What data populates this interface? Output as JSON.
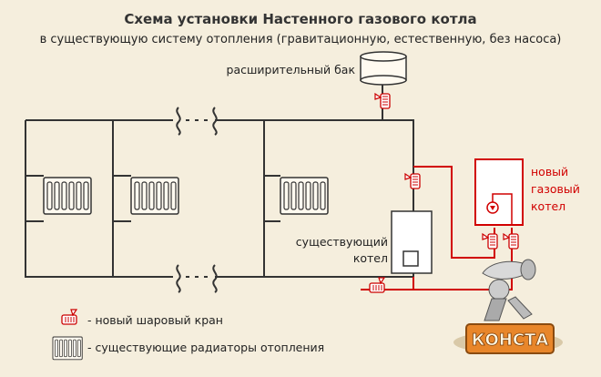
{
  "title": "Схема установки Настенного газового котла",
  "subtitle": "в существующую систему отопления  (гравитационную, естественную, без насоса)",
  "labels": {
    "expansion_tank": "расширительный бак",
    "existing_boiler_line1": "существующий",
    "existing_boiler_line2": "котел",
    "new_boiler_line1": "новый",
    "new_boiler_line2": "газовый",
    "new_boiler_line3": "котел"
  },
  "legend": {
    "valve": "- новый шаровый кран",
    "radiator": "- существующие радиаторы отопления"
  },
  "logo": {
    "text": "КОНСТА"
  },
  "colors": {
    "background": "#f5eedd",
    "pipe": "#333333",
    "new_pipe": "#d10000",
    "logo_orange": "#e8862a"
  },
  "icons": [
    "radiator-icon",
    "ball-valve-icon",
    "expansion-tank-icon",
    "boiler-icon",
    "mascot-logo-icon"
  ]
}
